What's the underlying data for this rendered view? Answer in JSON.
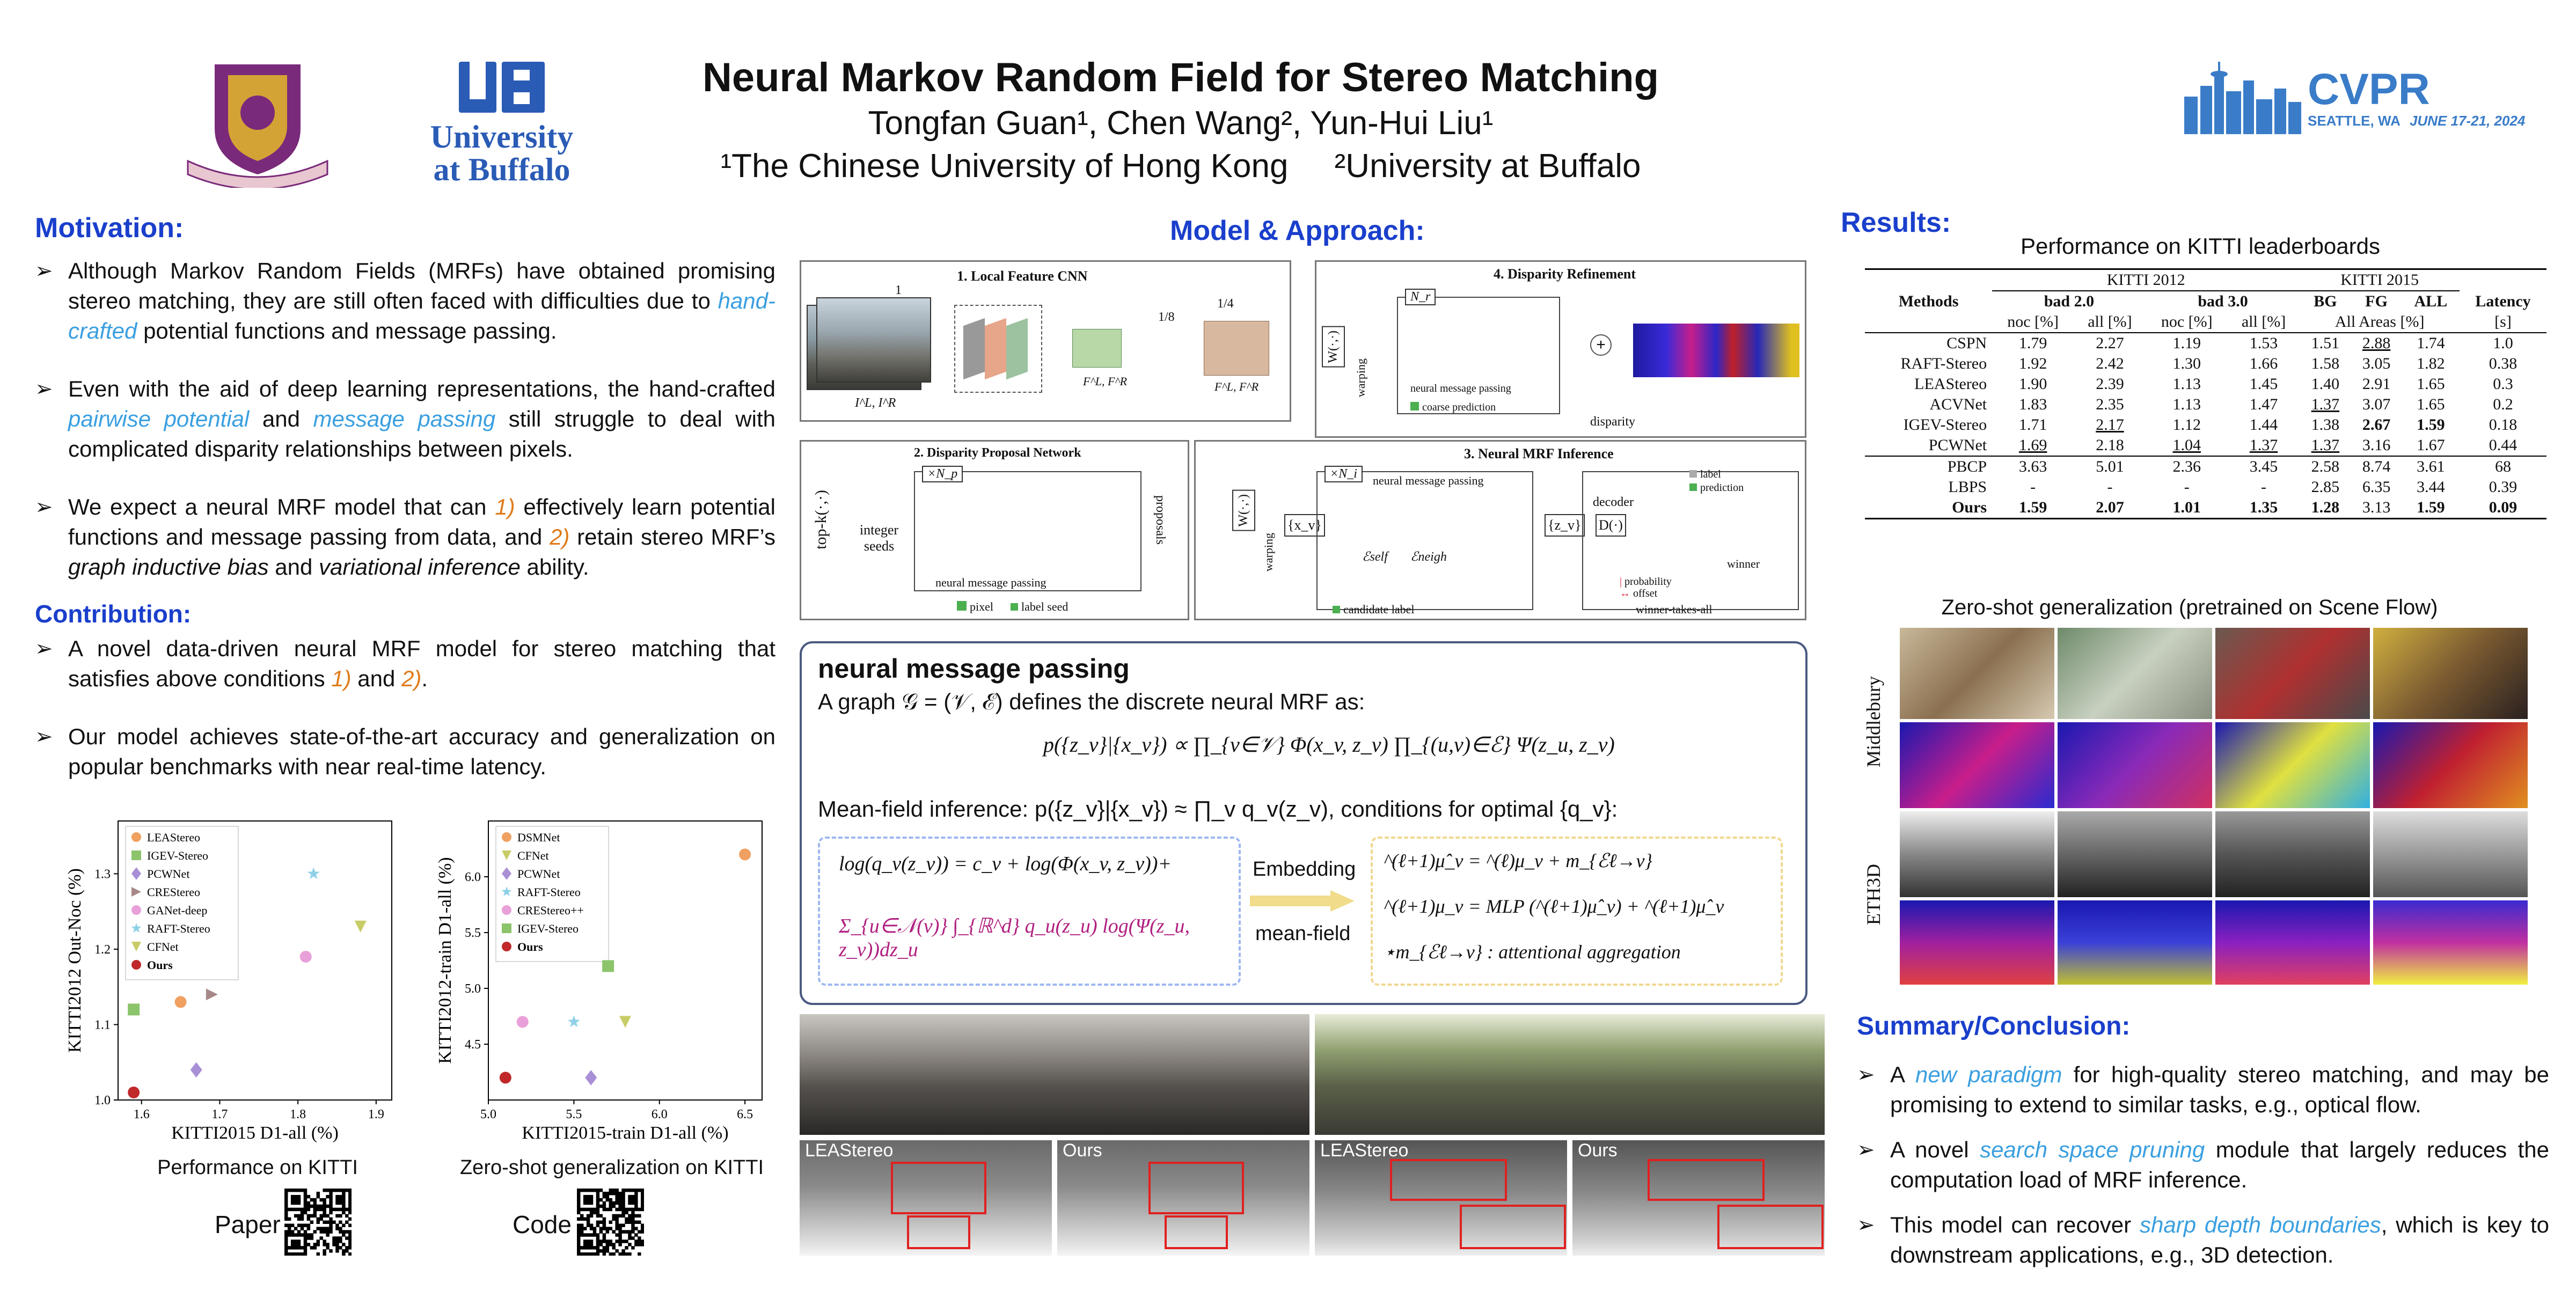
{
  "header": {
    "title": "Neural Markov Random Field for Stereo Matching",
    "authors": "Tongfan Guan¹, Chen Wang², Yun-Hui Liu¹",
    "affiliations": "¹The Chinese University of Hong Kong     ²University at Buffalo",
    "ub_logo_line1": "University",
    "ub_logo_line2": "at Buffalo",
    "cvpr_logo": "CVPR",
    "cvpr_place": "SEATTLE, WA",
    "cvpr_dates": "JUNE 17-21, 2024"
  },
  "motivation": {
    "title": "Motivation:",
    "b1_a": "Although Markov Random Fields (MRFs) have obtained promising stereo matching, they are still often faced with difficulties due to ",
    "b1_hl": "hand-crafted",
    "b1_b": " potential functions and message passing.",
    "b2_a": "Even with the aid of deep learning representations, the hand-crafted ",
    "b2_hl1": "pairwise potential",
    "b2_mid": " and ",
    "b2_hl2": "message passing",
    "b2_b": " still struggle to deal with complicated disparity relationships between pixels.",
    "b3_a": "We expect a neural MRF model that can ",
    "b3_o1": "1)",
    "b3_mid1": " effectively learn potential functions and message passing from data, and ",
    "b3_o2": "2)",
    "b3_mid2": " retain stereo MRF’s ",
    "b3_i1": "graph inductive bias",
    "b3_mid3": " and ",
    "b3_i2": "variational inference",
    "b3_end": " ability."
  },
  "contribution": {
    "title": "Contribution:",
    "c1_a": "A novel data-driven neural MRF model for stereo matching that satisfies above conditions ",
    "c1_o1": "1)",
    "c1_mid": " and ",
    "c1_o2": "2)",
    "c1_end": ".",
    "c2": "Our model achieves state-of-the-art accuracy and generalization on popular benchmarks with near real-time latency."
  },
  "chart_data": [
    {
      "type": "scatter",
      "title": "Performance on KITTI",
      "xlabel": "KITTI2015 D1-all (%)",
      "ylabel": "KITTI2012 Out-Noc (%)",
      "xlim": [
        1.57,
        1.92
      ],
      "ylim": [
        1.0,
        1.37
      ],
      "xticks": [
        "1.6",
        "1.7",
        "1.8",
        "1.9"
      ],
      "yticks": [
        "1.0",
        "1.1",
        "1.2",
        "1.3"
      ],
      "legend_position": "top-left",
      "series": [
        {
          "name": "LEAStereo",
          "x": 1.65,
          "y": 1.13,
          "color": "#f0a060",
          "marker": "circle"
        },
        {
          "name": "IGEV-Stereo",
          "x": 1.59,
          "y": 1.12,
          "color": "#8bc46a",
          "marker": "square"
        },
        {
          "name": "PCWNet",
          "x": 1.67,
          "y": 1.04,
          "color": "#a98fd6",
          "marker": "diamond"
        },
        {
          "name": "CREStereo",
          "x": 1.69,
          "y": 1.14,
          "color": "#a78888",
          "marker": "triangle-right"
        },
        {
          "name": "GANet-deep",
          "x": 1.81,
          "y": 1.19,
          "color": "#e9a0d8",
          "marker": "circle"
        },
        {
          "name": "RAFT-Stereo",
          "x": 1.82,
          "y": 1.3,
          "color": "#8fd0e8",
          "marker": "star"
        },
        {
          "name": "CFNet",
          "x": 1.88,
          "y": 1.23,
          "color": "#c8cc66",
          "marker": "triangle-down"
        },
        {
          "name": "Ours",
          "x": 1.59,
          "y": 1.01,
          "color": "#c0282a",
          "marker": "circle"
        }
      ]
    },
    {
      "type": "scatter",
      "title": "Zero-shot generalization on KITTI",
      "xlabel": "KITTI2015-train D1-all (%)",
      "ylabel": "KITTI2012-train D1-all (%)",
      "xlim": [
        5.0,
        6.6
      ],
      "ylim": [
        4.0,
        6.5
      ],
      "xticks": [
        "5.0",
        "5.5",
        "6.0",
        "6.5"
      ],
      "yticks": [
        "4.5",
        "5.0",
        "5.5",
        "6.0"
      ],
      "legend_position": "top-left",
      "series": [
        {
          "name": "DSMNet",
          "x": 6.5,
          "y": 6.2,
          "color": "#f0a060",
          "marker": "circle"
        },
        {
          "name": "CFNet",
          "x": 5.8,
          "y": 4.7,
          "color": "#c8cc66",
          "marker": "triangle-down"
        },
        {
          "name": "PCWNet",
          "x": 5.6,
          "y": 4.2,
          "color": "#a98fd6",
          "marker": "diamond"
        },
        {
          "name": "RAFT-Stereo",
          "x": 5.5,
          "y": 4.7,
          "color": "#8fd0e8",
          "marker": "star"
        },
        {
          "name": "CREStereo++",
          "x": 5.2,
          "y": 4.7,
          "color": "#e9a0d8",
          "marker": "circle"
        },
        {
          "name": "IGEV-Stereo",
          "x": 5.7,
          "y": 5.2,
          "color": "#8bc46a",
          "marker": "square"
        },
        {
          "name": "Ours",
          "x": 5.1,
          "y": 4.2,
          "color": "#c0282a",
          "marker": "circle"
        }
      ]
    },
    {
      "type": "table",
      "title": "Performance on KITTI leaderboards",
      "groups": [
        "KITTI 2012",
        "KITTI 2015"
      ],
      "subgroups": [
        "bad 2.0",
        "bad 3.0",
        "BG",
        "FG",
        "ALL",
        "Latency"
      ],
      "columns": [
        "Methods",
        "noc [%]",
        "all [%]",
        "noc [%]",
        "all [%]",
        "All Areas [%]",
        "[s]"
      ],
      "rows": [
        [
          "CSPN",
          "1.79",
          "2.27",
          "1.19",
          "1.53",
          "1.51",
          "2.88",
          "1.74",
          "1.0"
        ],
        [
          "RAFT-Stereo",
          "1.92",
          "2.42",
          "1.30",
          "1.66",
          "1.58",
          "3.05",
          "1.82",
          "0.38"
        ],
        [
          "LEAStereo",
          "1.90",
          "2.39",
          "1.13",
          "1.45",
          "1.40",
          "2.91",
          "1.65",
          "0.3"
        ],
        [
          "ACVNet",
          "1.83",
          "2.35",
          "1.13",
          "1.47",
          "1.37",
          "3.07",
          "1.65",
          "0.2"
        ],
        [
          "IGEV-Stereo",
          "1.71",
          "2.17",
          "1.12",
          "1.44",
          "1.38",
          "2.67",
          "1.59",
          "0.18"
        ],
        [
          "PCWNet",
          "1.69",
          "2.18",
          "1.04",
          "1.37",
          "1.37",
          "3.16",
          "1.67",
          "0.44"
        ],
        [
          "PBCP",
          "3.63",
          "5.01",
          "2.36",
          "3.45",
          "2.58",
          "8.74",
          "3.61",
          "68"
        ],
        [
          "LBPS",
          "-",
          "-",
          "-",
          "-",
          "2.85",
          "6.35",
          "3.44",
          "0.39"
        ],
        [
          "Ours",
          "1.59",
          "2.07",
          "1.01",
          "1.35",
          "1.28",
          "3.13",
          "1.59",
          "0.09"
        ]
      ]
    }
  ],
  "scatter_captions": {
    "left": "Performance on KITTI",
    "right": "Zero-shot generalization on KITTI"
  },
  "qr": {
    "paper": "Paper",
    "code": "Code"
  },
  "model": {
    "title": "Model & Approach:",
    "box1_title": "1. Local Feature CNN",
    "box2_title": "2. Disparity Proposal Network",
    "box3_title": "3. Neural MRF Inference",
    "box4_title": "4. Disparity Refinement",
    "scale_1": "1",
    "scale_18": "1/8",
    "scale_14": "1/4",
    "il_ir": "I^L, I^R",
    "fl_fr_a": "F^L, F^R",
    "fl_fr_b": "F^L, F^R",
    "np": "×N_p",
    "ni": "×N_i",
    "nr": "N_r",
    "integer_seeds": "integer seeds",
    "topk": "top-k(·,·)",
    "nmp_label": "neural message passing",
    "nmp_label2": "neural message passing",
    "nmp_label3": "neural message passing",
    "pixel": "pixel",
    "label_seed": "label seed",
    "candidate_label": "candidate label",
    "coarse_prediction": "coarse prediction",
    "proposals": "proposals",
    "warping": "warping",
    "warping2": "warping",
    "disparity": "disparity",
    "decoder": "decoder",
    "label": "label",
    "prediction": "prediction",
    "probability": "probability",
    "offset": "offset",
    "winner": "winner",
    "wta": "winner-takes-all",
    "e_self": "ℰself",
    "e_neigh": "ℰneigh",
    "zv": "{z_v}",
    "xv": "{x_v}",
    "dfn": "D(·)",
    "wfn": "W(·,·)"
  },
  "nmp": {
    "title": "neural message passing",
    "intro": "A graph 𝒢 = (𝒱, ℰ) defines the discrete neural MRF as:",
    "eq1": "p({z_v}|{x_v}) ∝ ∏_{v∈𝒱} Φ(x_v, z_v) ∏_{(u,v)∈ℰ} Ψ(z_u, z_v)",
    "meanfield": "Mean-field inference:  p({z_v}|{x_v}) ≈ ∏_v q_v(z_v), conditions for optimal {q_v}:",
    "left_eq1": "log(q_v(z_v)) = c_v + log(Φ(x_v, z_v))+",
    "left_eq2": "Σ_{u∈𝒩(v)} ∫_{ℝ^d} q_u(z_u) log(Ψ(z_u, z_v))dz_u",
    "embedding": "Embedding",
    "meanfield_lbl": "mean-field",
    "right_eq1": "^(ℓ+1)μ̂_v = ^(ℓ)μ_v + m_{ℰℓ→v}",
    "right_eq2": "^(ℓ+1)μ_v = MLP (^(ℓ+1)μ̂_v) + ^(ℓ+1)μ̂_v",
    "right_eq3": "⋆m_{ℰℓ→v} : attentional aggregation"
  },
  "qual": {
    "lea1": "LEAStereo",
    "ours1": "Ours",
    "lea2": "LEAStereo",
    "ours2": "Ours"
  },
  "results": {
    "title": "Results:",
    "table_title": "Performance on KITTI leaderboards",
    "kitti2012": "KITTI 2012",
    "kitti2015": "KITTI 2015",
    "methods": "Methods",
    "bad2": "bad 2.0",
    "bad3": "bad 3.0",
    "bg": "BG",
    "fg": "FG",
    "all": "ALL",
    "latency": "Latency",
    "noc1": "noc [%]",
    "all1": "all [%]",
    "noc2": "noc [%]",
    "all2": "all [%]",
    "allareas": "All Areas [%]",
    "sec": "[s]",
    "zs_title": "Zero-shot generalization (pretrained on Scene Flow)",
    "middlebury": "Middlebury",
    "eth3d": "ETH3D"
  },
  "summary": {
    "title": "Summary/Conclusion:",
    "s1_a": "A ",
    "s1_hl": "new paradigm",
    "s1_b": " for high-quality stereo matching, and may be promising to extend to similar tasks, e.g., optical flow.",
    "s2_a": "A novel ",
    "s2_hl": "search space pruning",
    "s2_b": " module that largely reduces the computation load of MRF inference.",
    "s3_a": "This model can recover ",
    "s3_hl": "sharp depth boundaries",
    "s3_b": ", which is key to downstream applications, e.g., 3D detection."
  }
}
